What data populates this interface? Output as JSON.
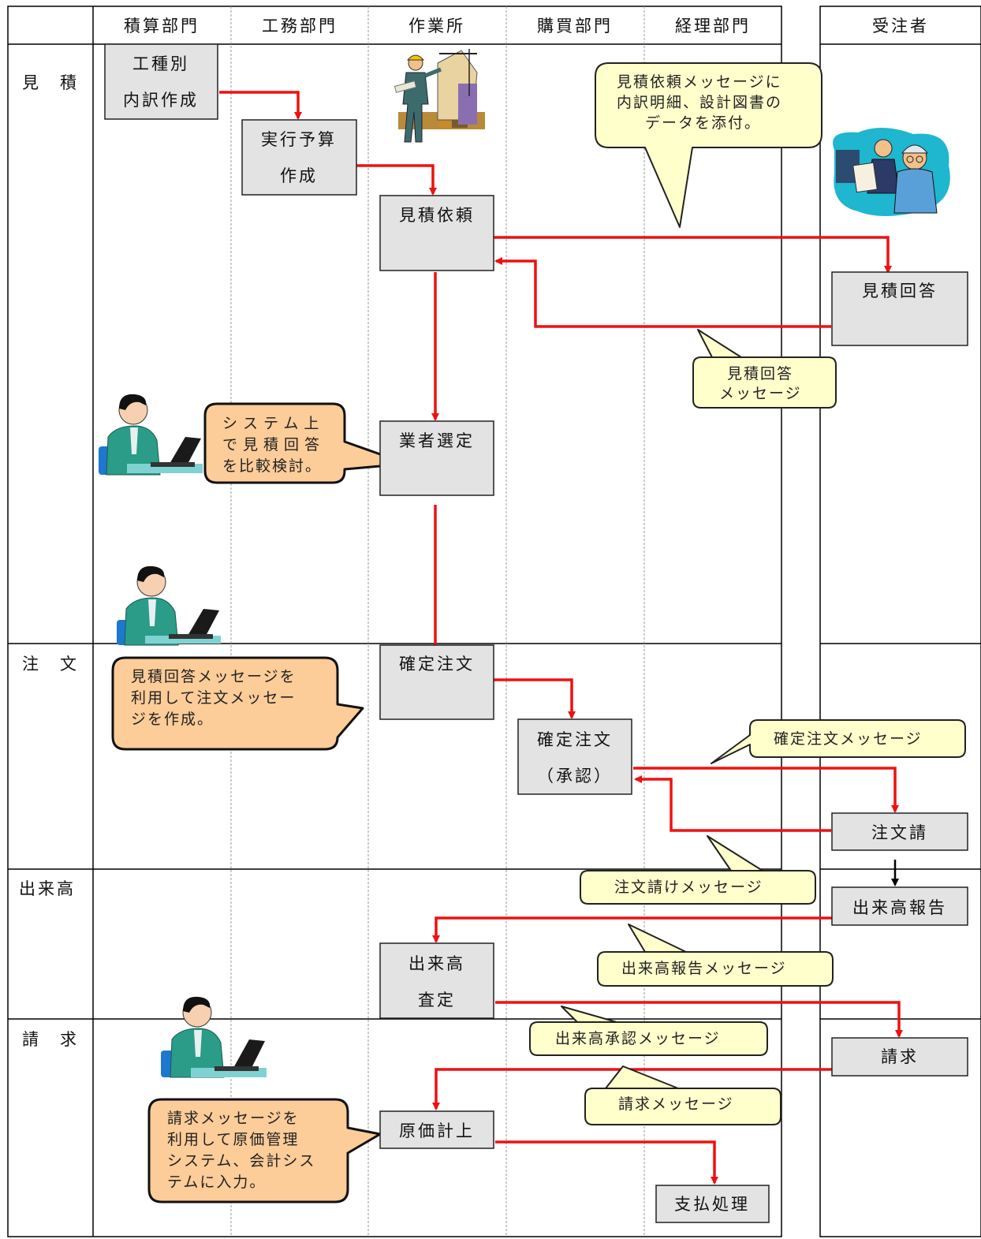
{
  "headers": {
    "lanes": [
      "積算部門",
      "工務部門",
      "作業所",
      "購買部門",
      "経理部門",
      "受注者"
    ]
  },
  "phases": [
    "見　積",
    "注　文",
    "出来高",
    "請　求"
  ],
  "boxes": {
    "b_kousyubetsu": [
      "工種別",
      "内訳作成"
    ],
    "b_jikkou": [
      "実行予算",
      "作成"
    ],
    "b_mitsumori_irai": [
      "見積依頼"
    ],
    "b_mitsumori_kaitou": [
      "見積回答"
    ],
    "b_gyousya": [
      "業者選定"
    ],
    "b_kakutei1": [
      "確定注文"
    ],
    "b_kakutei2": [
      "確定注文",
      "（承認）"
    ],
    "b_chumon_uke": [
      "注文請"
    ],
    "b_dekidaka_houkoku": [
      "出来高報告"
    ],
    "b_dekidaka_satei": [
      "出来高",
      "査定"
    ],
    "b_seikyu": [
      "請求"
    ],
    "b_genka": [
      "原価計上"
    ],
    "b_shiharai": [
      "支払処理"
    ]
  },
  "callouts": {
    "c_irai": [
      "見積依頼メッセージに",
      "内訳明細、設計図書の",
      "データを添付。"
    ],
    "c_kaitou": [
      "見積回答",
      "メッセージ"
    ],
    "c_hikaku": [
      "システム上",
      "で見積回答",
      "を比較検討。"
    ],
    "c_riyou": [
      "見積回答メッセージを",
      "利用して注文メッセー",
      "ジを作成。"
    ],
    "c_kakutei_msg": [
      "確定注文メッセージ"
    ],
    "c_ukemsg": [
      "注文請けメッセージ"
    ],
    "c_houkoku_msg": [
      "出来高報告メッセージ"
    ],
    "c_shounin_msg": [
      "出来高承認メッセージ"
    ],
    "c_seikyu_msg": [
      "請求メッセージ"
    ],
    "c_genka_note": [
      "請求メッセージを",
      "利用して原価管理",
      "システム、会計シス",
      "テムに入力。"
    ]
  },
  "colors": {
    "arrow": "#ee1111",
    "box_fill": "#e3e3e3",
    "callout_yellow": "#ffffcc",
    "callout_orange": "#fccc99",
    "grid": "#000000"
  },
  "icons": [
    "architect-clipart-icon",
    "workers-clipart-icon",
    "office-worker-laptop-icon"
  ]
}
